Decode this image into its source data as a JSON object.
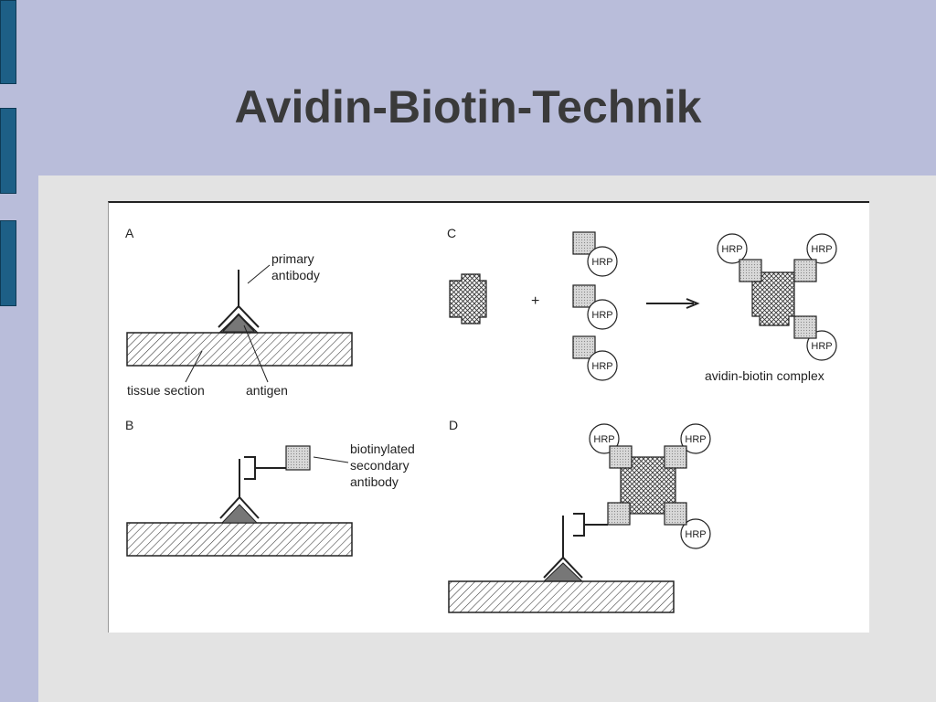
{
  "slide": {
    "title": "Avidin-Biotin-Technik"
  },
  "figure": {
    "panels": {
      "a": "A",
      "b": "B",
      "c": "C",
      "d": "D"
    },
    "labels": {
      "primary_line1": "primary",
      "primary_line2": "antibody",
      "tissue_section": "tissue section",
      "antigen": "antigen",
      "biotin_line1": "biotinylated",
      "biotin_line2": "secondary",
      "biotin_line3": "antibody",
      "plus": "+",
      "complex": "avidin-biotin complex",
      "hrp": "HRP"
    }
  }
}
